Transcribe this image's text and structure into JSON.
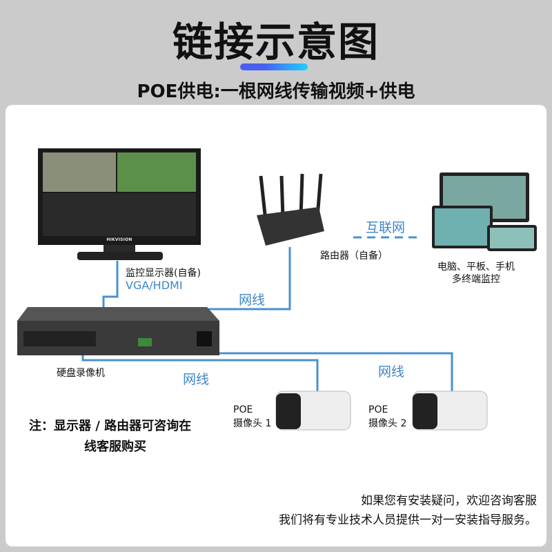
{
  "header": {
    "title": "链接示意图",
    "subtitle": "POE供电:一根网线传输视频+供电"
  },
  "colors": {
    "background": "#cbcbcb",
    "card": "#ffffff",
    "wire": "#4a90d0",
    "accent_start": "#4a5ff0",
    "accent_end": "#1fd0ff"
  },
  "devices": {
    "monitor": {
      "label": "监控显示器(自备)",
      "cable": "VGA/HDMI",
      "brand": "HIKVISION"
    },
    "router": {
      "label": "路由器（自备）"
    },
    "internet": {
      "label": "互联网"
    },
    "clients": {
      "line1": "电脑、平板、手机",
      "line2": "多终端监控"
    },
    "nvr": {
      "label": "硬盘录像机"
    },
    "camera1": {
      "line1": "POE",
      "line2": "摄像头 1"
    },
    "camera2": {
      "line1": "POE",
      "line2": "摄像头 2"
    }
  },
  "wires": {
    "router_nvr": "网线",
    "nvr_cam1": "网线",
    "nvr_cam2": "网线"
  },
  "note": {
    "line1": "注：显示器 / 路由器可咨询在",
    "line2": "线客服购买"
  },
  "footer": {
    "line1": "如果您有安装疑问，欢迎咨询客服",
    "line2": "我们将有专业技术人员提供一对一安装指导服务。"
  }
}
